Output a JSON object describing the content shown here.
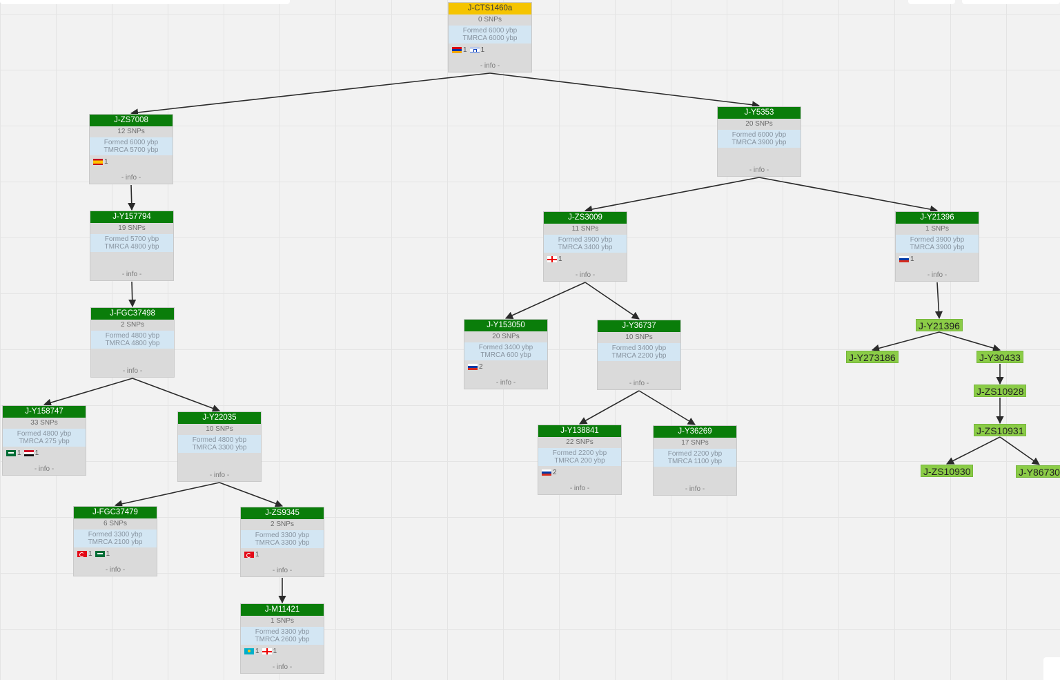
{
  "colors": {
    "root_header": "#f5c400",
    "node_header": "#0a7d0a",
    "ages_band": "#d3e6f3",
    "leaf_fill": "#8bcc47",
    "edge": "#2b2b2b"
  },
  "nodes": [
    {
      "id": "n-cts1460a",
      "name": "J-CTS1460a",
      "snps": "0 SNPs",
      "formed": "Formed 6000 ybp",
      "tmrca": "TMRCA 6000 ybp",
      "info": "- info -",
      "root": true,
      "flags": [
        {
          "icon": "armenia-flag",
          "count": "1"
        },
        {
          "icon": "israel-flag",
          "count": "1"
        }
      ]
    },
    {
      "id": "n-zs7008",
      "name": "J-ZS7008",
      "snps": "12 SNPs",
      "formed": "Formed 6000 ybp",
      "tmrca": "TMRCA 5700 ybp",
      "info": "- info -",
      "flags": [
        {
          "icon": "spain-flag",
          "count": "1"
        }
      ]
    },
    {
      "id": "n-y5353",
      "name": "J-Y5353",
      "snps": "20 SNPs",
      "formed": "Formed 6000 ybp",
      "tmrca": "TMRCA 3900 ybp",
      "info": "- info -",
      "flags": []
    },
    {
      "id": "n-y157794",
      "name": "J-Y157794",
      "snps": "19 SNPs",
      "formed": "Formed 5700 ybp",
      "tmrca": "TMRCA 4800 ybp",
      "info": "- info -",
      "flags": []
    },
    {
      "id": "n-fgc37498",
      "name": "J-FGC37498",
      "snps": "2 SNPs",
      "formed": "Formed 4800 ybp",
      "tmrca": "TMRCA 4800 ybp",
      "info": "- info -",
      "flags": []
    },
    {
      "id": "n-y158747",
      "name": "J-Y158747",
      "snps": "33 SNPs",
      "formed": "Formed 4800 ybp",
      "tmrca": "TMRCA 275 ybp",
      "info": "- info -",
      "flags": [
        {
          "icon": "saudi-arabia-flag",
          "count": "1"
        },
        {
          "icon": "egypt-flag",
          "count": "1"
        }
      ]
    },
    {
      "id": "n-y22035",
      "name": "J-Y22035",
      "snps": "10 SNPs",
      "formed": "Formed 4800 ybp",
      "tmrca": "TMRCA 3300 ybp",
      "info": "- info -",
      "flags": []
    },
    {
      "id": "n-fgc37479",
      "name": "J-FGC37479",
      "snps": "6 SNPs",
      "formed": "Formed 3300 ybp",
      "tmrca": "TMRCA 2100 ybp",
      "info": "- info -",
      "flags": [
        {
          "icon": "turkey-flag",
          "count": "1"
        },
        {
          "icon": "saudi-arabia-flag",
          "count": "1"
        }
      ]
    },
    {
      "id": "n-zs9345",
      "name": "J-ZS9345",
      "snps": "2 SNPs",
      "formed": "Formed 3300 ybp",
      "tmrca": "TMRCA 3300 ybp",
      "info": "- info -",
      "flags": [
        {
          "icon": "turkey-flag",
          "count": "1"
        }
      ]
    },
    {
      "id": "n-m11421",
      "name": "J-M11421",
      "snps": "1 SNPs",
      "formed": "Formed 3300 ybp",
      "tmrca": "TMRCA 2600 ybp",
      "info": "- info -",
      "flags": [
        {
          "icon": "kazakhstan-flag",
          "count": "1"
        },
        {
          "icon": "georgia-flag",
          "count": "1"
        }
      ]
    },
    {
      "id": "n-zs3009",
      "name": "J-ZS3009",
      "snps": "11 SNPs",
      "formed": "Formed 3900 ybp",
      "tmrca": "TMRCA 3400 ybp",
      "info": "- info -",
      "flags": [
        {
          "icon": "georgia-flag",
          "count": "1"
        }
      ]
    },
    {
      "id": "n-y21396",
      "name": "J-Y21396",
      "snps": "1 SNPs",
      "formed": "Formed 3900 ybp",
      "tmrca": "TMRCA 3900 ybp",
      "info": "- info -",
      "flags": [
        {
          "icon": "russia-flag",
          "count": "1"
        }
      ]
    },
    {
      "id": "n-y153050",
      "name": "J-Y153050",
      "snps": "20 SNPs",
      "formed": "Formed 3400 ybp",
      "tmrca": "TMRCA 600 ybp",
      "info": "- info -",
      "flags": [
        {
          "icon": "russia-flag",
          "count": "2"
        }
      ]
    },
    {
      "id": "n-y36737",
      "name": "J-Y36737",
      "snps": "10 SNPs",
      "formed": "Formed 3400 ybp",
      "tmrca": "TMRCA 2200 ybp",
      "info": "- info -",
      "flags": []
    },
    {
      "id": "n-y138841",
      "name": "J-Y138841",
      "snps": "22 SNPs",
      "formed": "Formed 2200 ybp",
      "tmrca": "TMRCA 200 ybp",
      "info": "- info -",
      "flags": [
        {
          "icon": "russia-flag",
          "count": "2"
        }
      ]
    },
    {
      "id": "n-y36269",
      "name": "J-Y36269",
      "snps": "17 SNPs",
      "formed": "Formed 2200 ybp",
      "tmrca": "TMRCA 1100 ybp",
      "info": "- info -",
      "flags": []
    }
  ],
  "leaves": [
    {
      "id": "l-y21396",
      "name": "J-Y21396"
    },
    {
      "id": "l-y273186",
      "name": "J-Y273186"
    },
    {
      "id": "l-y30433",
      "name": "J-Y30433"
    },
    {
      "id": "l-zs10928",
      "name": "J-ZS10928"
    },
    {
      "id": "l-zs10931",
      "name": "J-ZS10931"
    },
    {
      "id": "l-zs10930",
      "name": "J-ZS10930"
    },
    {
      "id": "l-y86730",
      "name": "J-Y86730"
    }
  ],
  "edges": [
    [
      "n-cts1460a",
      "n-zs7008"
    ],
    [
      "n-cts1460a",
      "n-y5353"
    ],
    [
      "n-zs7008",
      "n-y157794"
    ],
    [
      "n-y157794",
      "n-fgc37498"
    ],
    [
      "n-fgc37498",
      "n-y158747"
    ],
    [
      "n-fgc37498",
      "n-y22035"
    ],
    [
      "n-y22035",
      "n-fgc37479"
    ],
    [
      "n-y22035",
      "n-zs9345"
    ],
    [
      "n-zs9345",
      "n-m11421"
    ],
    [
      "n-y5353",
      "n-zs3009"
    ],
    [
      "n-y5353",
      "n-y21396"
    ],
    [
      "n-zs3009",
      "n-y153050"
    ],
    [
      "n-zs3009",
      "n-y36737"
    ],
    [
      "n-y36737",
      "n-y138841"
    ],
    [
      "n-y36737",
      "n-y36269"
    ],
    [
      "n-y21396",
      "l-y21396"
    ],
    [
      "l-y21396",
      "l-y273186"
    ],
    [
      "l-y21396",
      "l-y30433"
    ],
    [
      "l-y30433",
      "l-zs10928"
    ],
    [
      "l-zs10928",
      "l-zs10931"
    ],
    [
      "l-zs10931",
      "l-zs10930"
    ],
    [
      "l-zs10931",
      "l-y86730"
    ]
  ]
}
